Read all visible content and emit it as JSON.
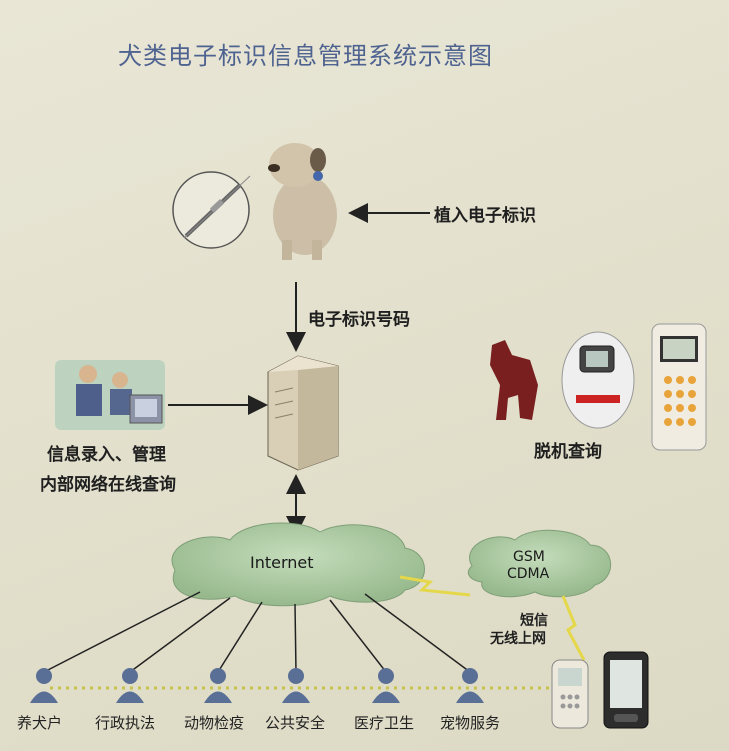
{
  "title": "犬类电子标识信息管理系统示意图",
  "labels": {
    "implant": "植入电子标识",
    "chip_number": "电子标识号码",
    "info_entry": "信息录入、管理",
    "intranet_query": "内部网络在线查询",
    "offline_query": "脱机查询",
    "internet": "Internet",
    "gsm": "GSM",
    "cdma": "CDMA",
    "sms": "短信",
    "wireless": "无线上网"
  },
  "users": [
    "养犬户",
    "行政执法",
    "动物检疫",
    "公共安全",
    "医疗卫生",
    "宠物服务"
  ],
  "colors": {
    "title": "#4f6390",
    "cloud": "#a9c7a0",
    "user": "#5a6f95",
    "line": "#222222"
  }
}
